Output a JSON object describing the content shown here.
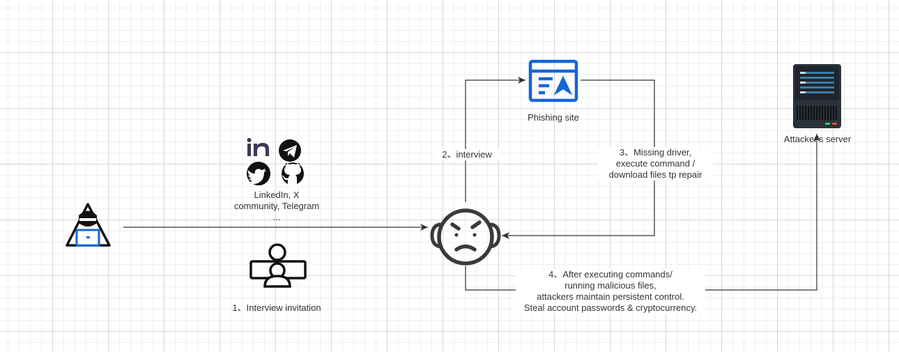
{
  "diagram": {
    "nodes": {
      "phishing_site": {
        "label": "Phishing site",
        "icon": "phishing-site-icon",
        "color": "#1565d8"
      },
      "attacker_server": {
        "label": "Attacker's server",
        "icon": "server-icon"
      },
      "attacker": {
        "icon": "hacker-icon"
      },
      "victim": {
        "icon": "confused-face-icon"
      },
      "social_icons": [
        "linkedin-icon",
        "telegram-icon",
        "twitter-icon",
        "github-icon"
      ],
      "social_label_lines": [
        "LinkedIn, X",
        "community,  Telegram",
        "..."
      ],
      "meeting": {
        "icon": "video-meeting-icon"
      }
    },
    "edges": {
      "invitation": "1、Interview invitation",
      "interview": "2、interview",
      "missing_driver_lines": [
        "3、Missing driver,",
        "execute command /",
        "download files tp repair"
      ],
      "persistent_lines": [
        "4、After executing commands/",
        "running malicious files,",
        "attackers maintain persistent control.",
        "Steal account passwords & cryptocurrency."
      ]
    }
  }
}
